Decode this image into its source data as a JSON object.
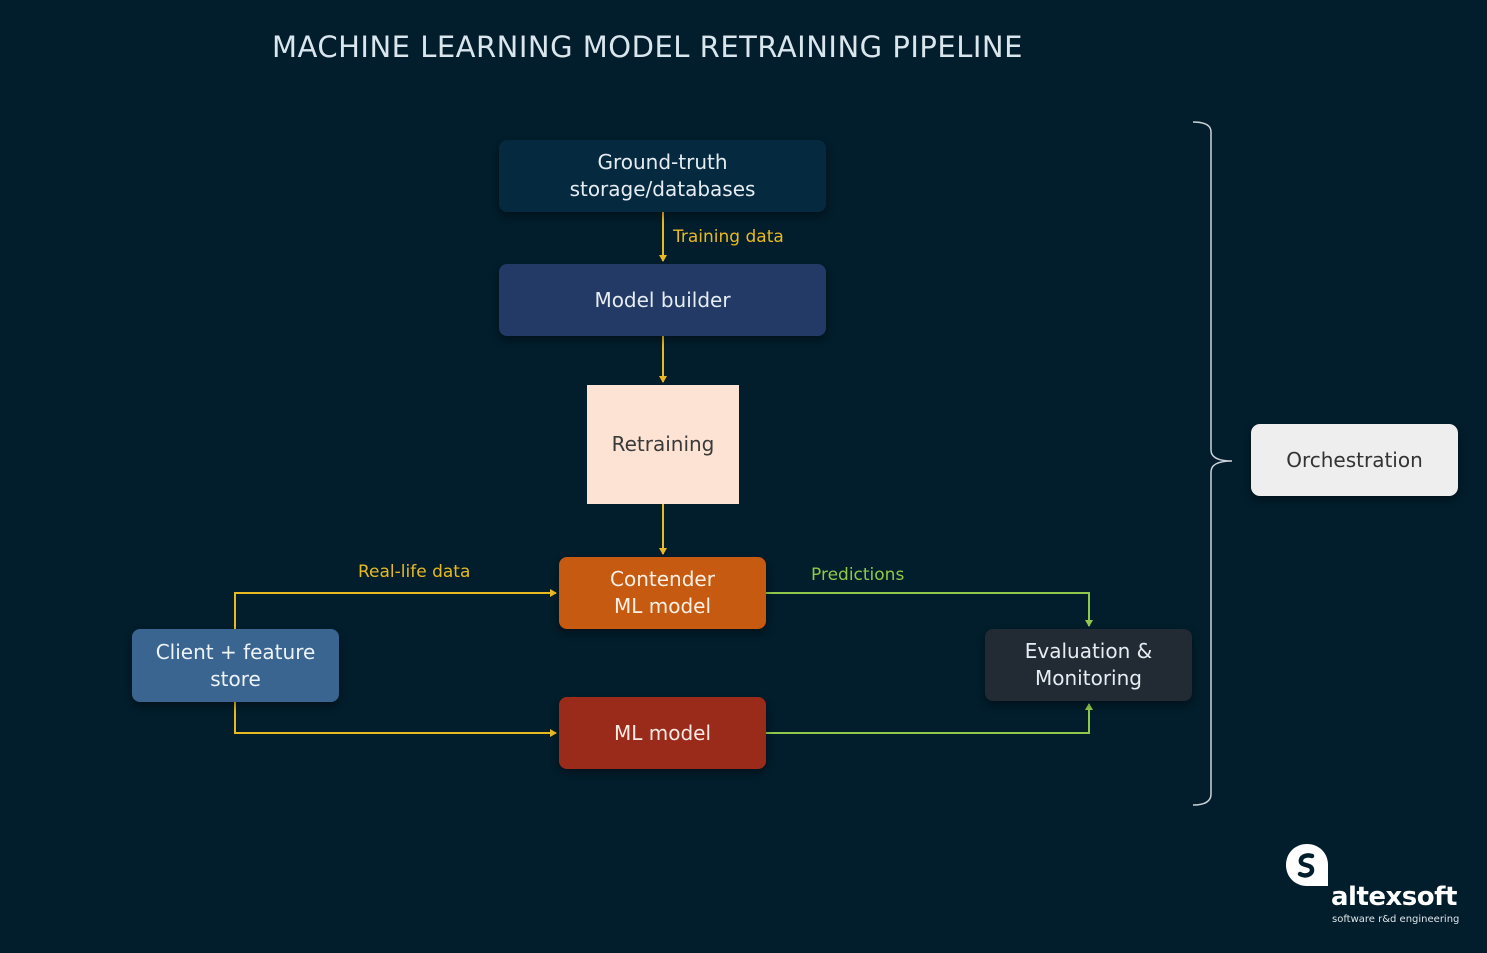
{
  "title": "MACHINE LEARNING MODEL RETRAINING PIPELINE",
  "nodes": {
    "ground_truth": "Ground-truth\nstorage/databases",
    "model_builder": "Model builder",
    "retraining": "Retraining",
    "contender": "Contender\nML model",
    "ml_model": "ML model",
    "client": "Client + feature\nstore",
    "evaluation": "Evaluation &\nMonitoring",
    "orchestration": "Orchestration"
  },
  "edge_labels": {
    "training_data": "Training data",
    "real_life_data": "Real-life data",
    "predictions": "Predictions"
  },
  "logo": {
    "name": "altexsoft",
    "tagline": "software r&d engineering"
  },
  "colors": {
    "background": "#021d2b",
    "yellow_arrow": "#e8b923",
    "green_arrow": "#8fc84a",
    "bracket": "#c9d3d9"
  }
}
